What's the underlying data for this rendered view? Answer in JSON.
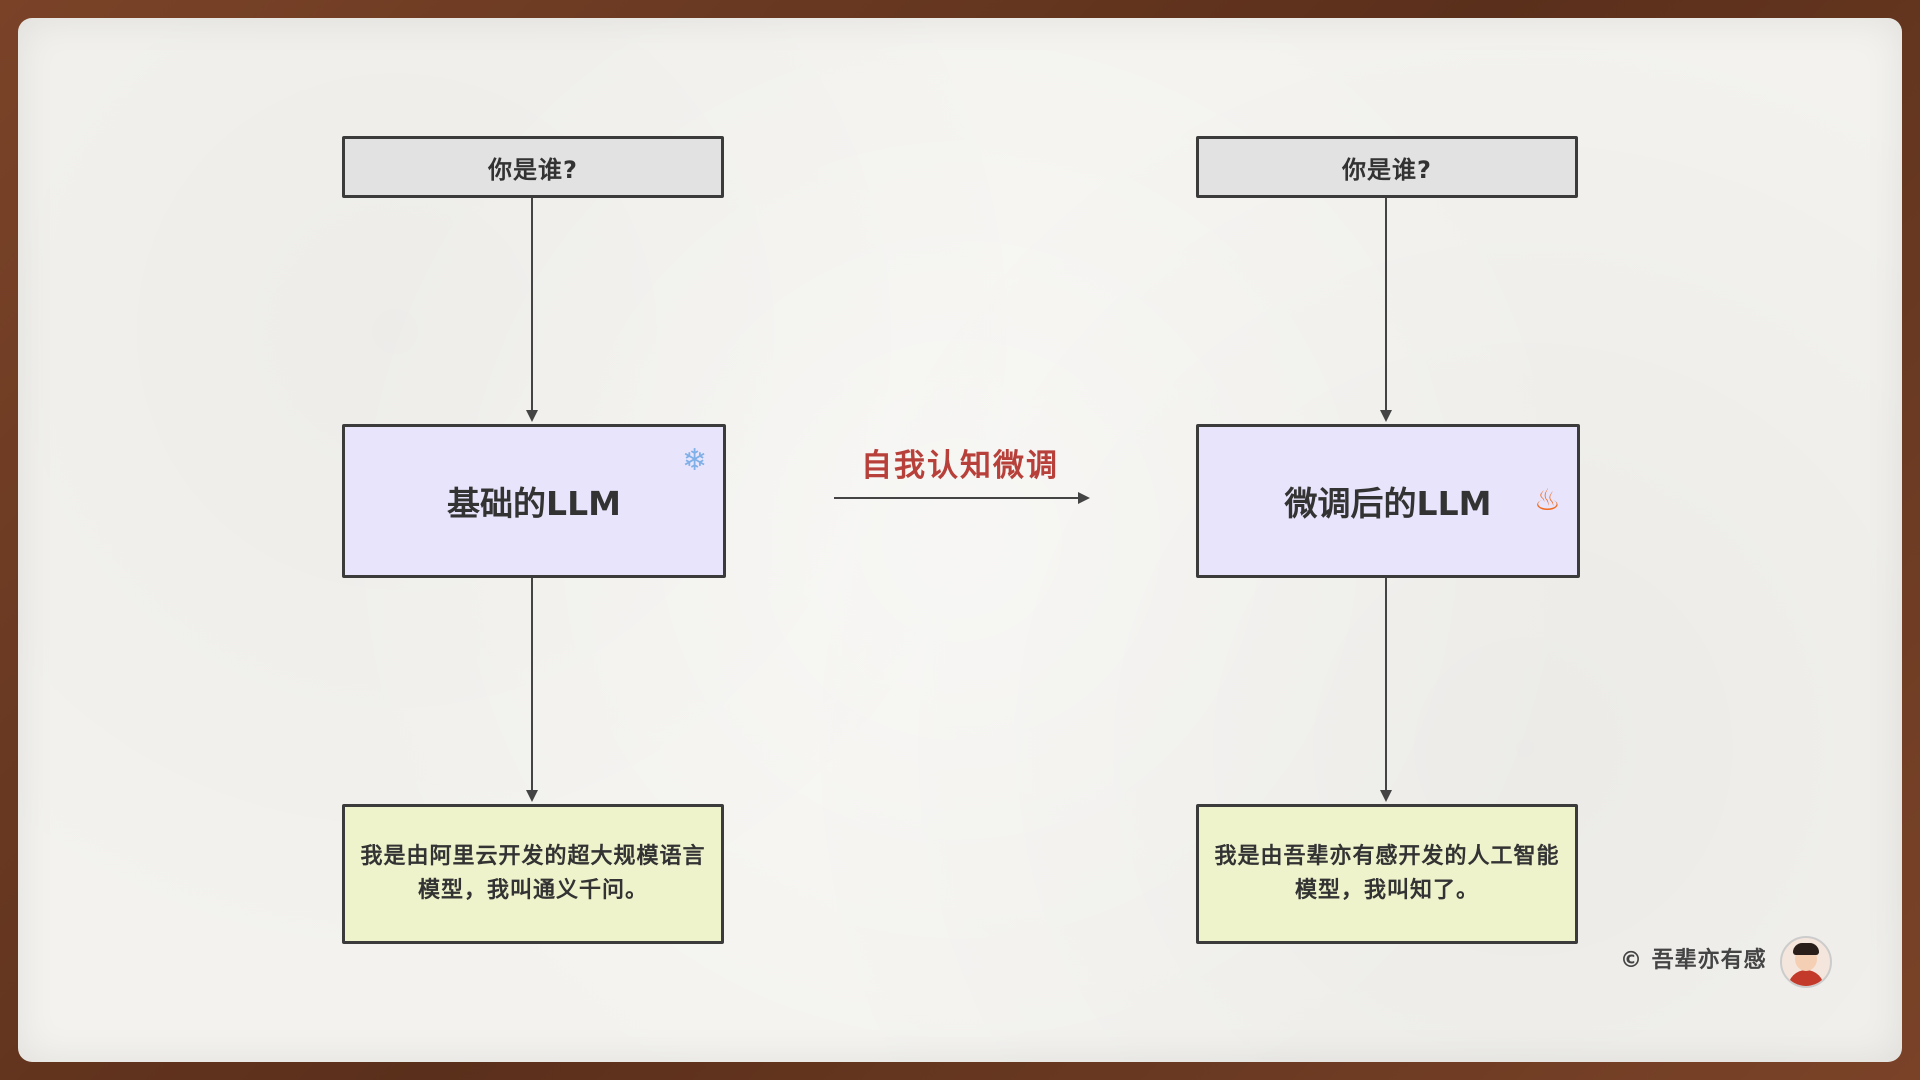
{
  "left": {
    "question": "你是谁?",
    "model_label": "基础的LLM",
    "model_icon": "snowflake-icon",
    "answer_line1": "我是由阿里云开发的超大规模语言",
    "answer_line2": "模型，我叫通义千问。"
  },
  "center": {
    "label": "自我认知微调"
  },
  "right": {
    "question": "你是谁?",
    "model_label": "微调后的LLM",
    "model_icon": "fire-icon",
    "answer_line1": "我是由吾辈亦有感开发的人工智能",
    "answer_line2": "模型，我叫知了。"
  },
  "signature": {
    "text": "© 吾辈亦有感",
    "avatar_icon": "avatar-icon"
  },
  "colors": {
    "question_bg": "#e2e2e2",
    "model_bg": "#e8e4fb",
    "answer_bg": "#eff3cc",
    "accent_label": "#b8403a",
    "frame": "#6b3a23",
    "paper": "#f3f2ee"
  }
}
